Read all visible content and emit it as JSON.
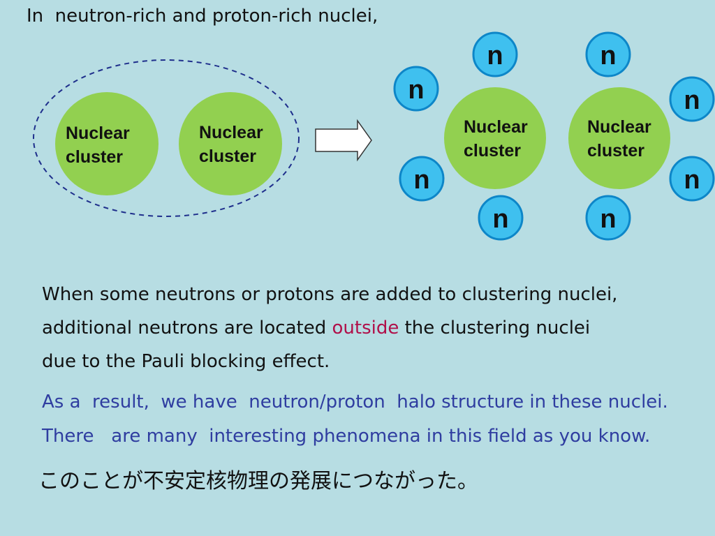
{
  "title": "In  neutron-rich and proton-rich nuclei,",
  "left_group": {
    "cluster_1": [
      "Nuclear",
      "cluster"
    ],
    "cluster_2": [
      "Nuclear",
      "cluster"
    ]
  },
  "right_group": {
    "cluster_1": [
      "Nuclear",
      "cluster"
    ],
    "cluster_2": [
      "Nuclear",
      "cluster"
    ],
    "neutron_label": "n"
  },
  "paragraph": {
    "line1": "When some neutrons or protons are added to clustering nuclei,",
    "line2_before": "additional neutrons are located ",
    "line2_highlight": "outside",
    "line2_after": " the clustering nuclei",
    "line3": "due to the Pauli blocking effect."
  },
  "result": {
    "line1": "As a  result,  we have  neutron/proton  halo structure in these nuclei.",
    "line2": "There   are many  interesting phenomena in this field as you know."
  },
  "japanese_note": "このことが不安定核物理の発展につながった。",
  "colors": {
    "background": "#b7dde3",
    "cluster_fill": "#92d050",
    "neutron_fill": "#3fc0ef",
    "neutron_stroke": "#0d86c8",
    "dashed_outline": "#1f2f8c",
    "highlight_text": "#b0104a",
    "result_text": "#2f3da0"
  }
}
